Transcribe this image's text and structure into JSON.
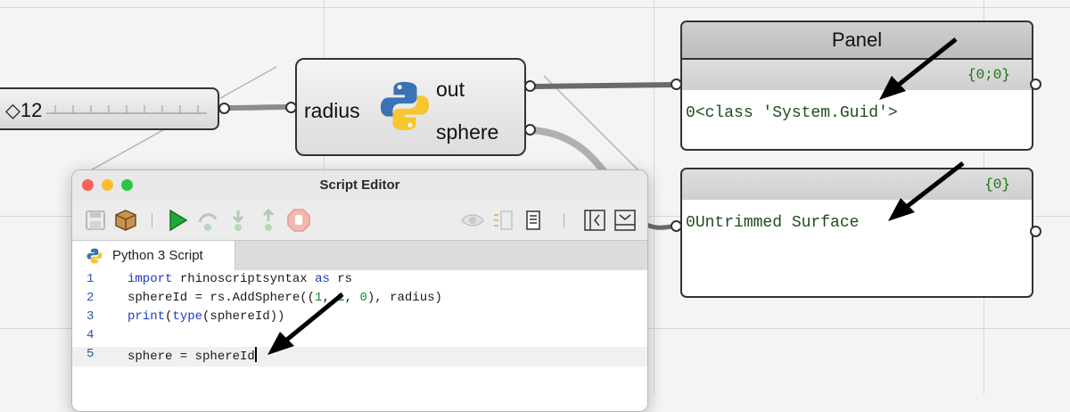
{
  "slider": {
    "value_label": "◇12"
  },
  "python_component": {
    "input_label": "radius",
    "outputs": [
      "out",
      "sphere"
    ]
  },
  "panels": [
    {
      "title": "Panel",
      "path": "{0;0}",
      "index": "0",
      "value": "<class 'System.Guid'>"
    },
    {
      "title": "",
      "path": "{0}",
      "index": "0",
      "value": "Untrimmed Surface"
    }
  ],
  "editor": {
    "window_title": "Script Editor",
    "tab_label": "Python 3 Script",
    "code_lines": [
      {
        "n": "1",
        "tokens": [
          {
            "t": "import",
            "c": "kw"
          },
          {
            "t": " rhinoscriptsyntax ",
            "c": ""
          },
          {
            "t": "as",
            "c": "kw"
          },
          {
            "t": " rs",
            "c": ""
          }
        ]
      },
      {
        "n": "2",
        "tokens": [
          {
            "t": "sphereId = rs.AddSphere((",
            "c": ""
          },
          {
            "t": "1",
            "c": "num"
          },
          {
            "t": ", ",
            "c": ""
          },
          {
            "t": "1",
            "c": "num"
          },
          {
            "t": ", ",
            "c": ""
          },
          {
            "t": "0",
            "c": "num"
          },
          {
            "t": "), radius)",
            "c": ""
          }
        ]
      },
      {
        "n": "3",
        "tokens": [
          {
            "t": "print",
            "c": "kw"
          },
          {
            "t": "(",
            "c": ""
          },
          {
            "t": "type",
            "c": "kw"
          },
          {
            "t": "(sphereId))",
            "c": ""
          }
        ]
      },
      {
        "n": "4",
        "tokens": []
      },
      {
        "n": "5",
        "tokens": [
          {
            "t": "sphere = sphereId",
            "c": ""
          }
        ]
      }
    ]
  },
  "colors": {
    "traffic_close": "#fe5f57",
    "traffic_min": "#febc2e",
    "traffic_max": "#28c840",
    "run_green": "#1fa83a",
    "panel_text_green": "#1e4d1e"
  },
  "icons": [
    "save-icon",
    "package-icon",
    "run-icon",
    "step-over-icon",
    "step-into-icon",
    "step-out-icon",
    "stop-icon",
    "eye-icon",
    "compare-icon",
    "document-icon",
    "collapse-left-icon",
    "collapse-down-icon",
    "python-icon"
  ]
}
